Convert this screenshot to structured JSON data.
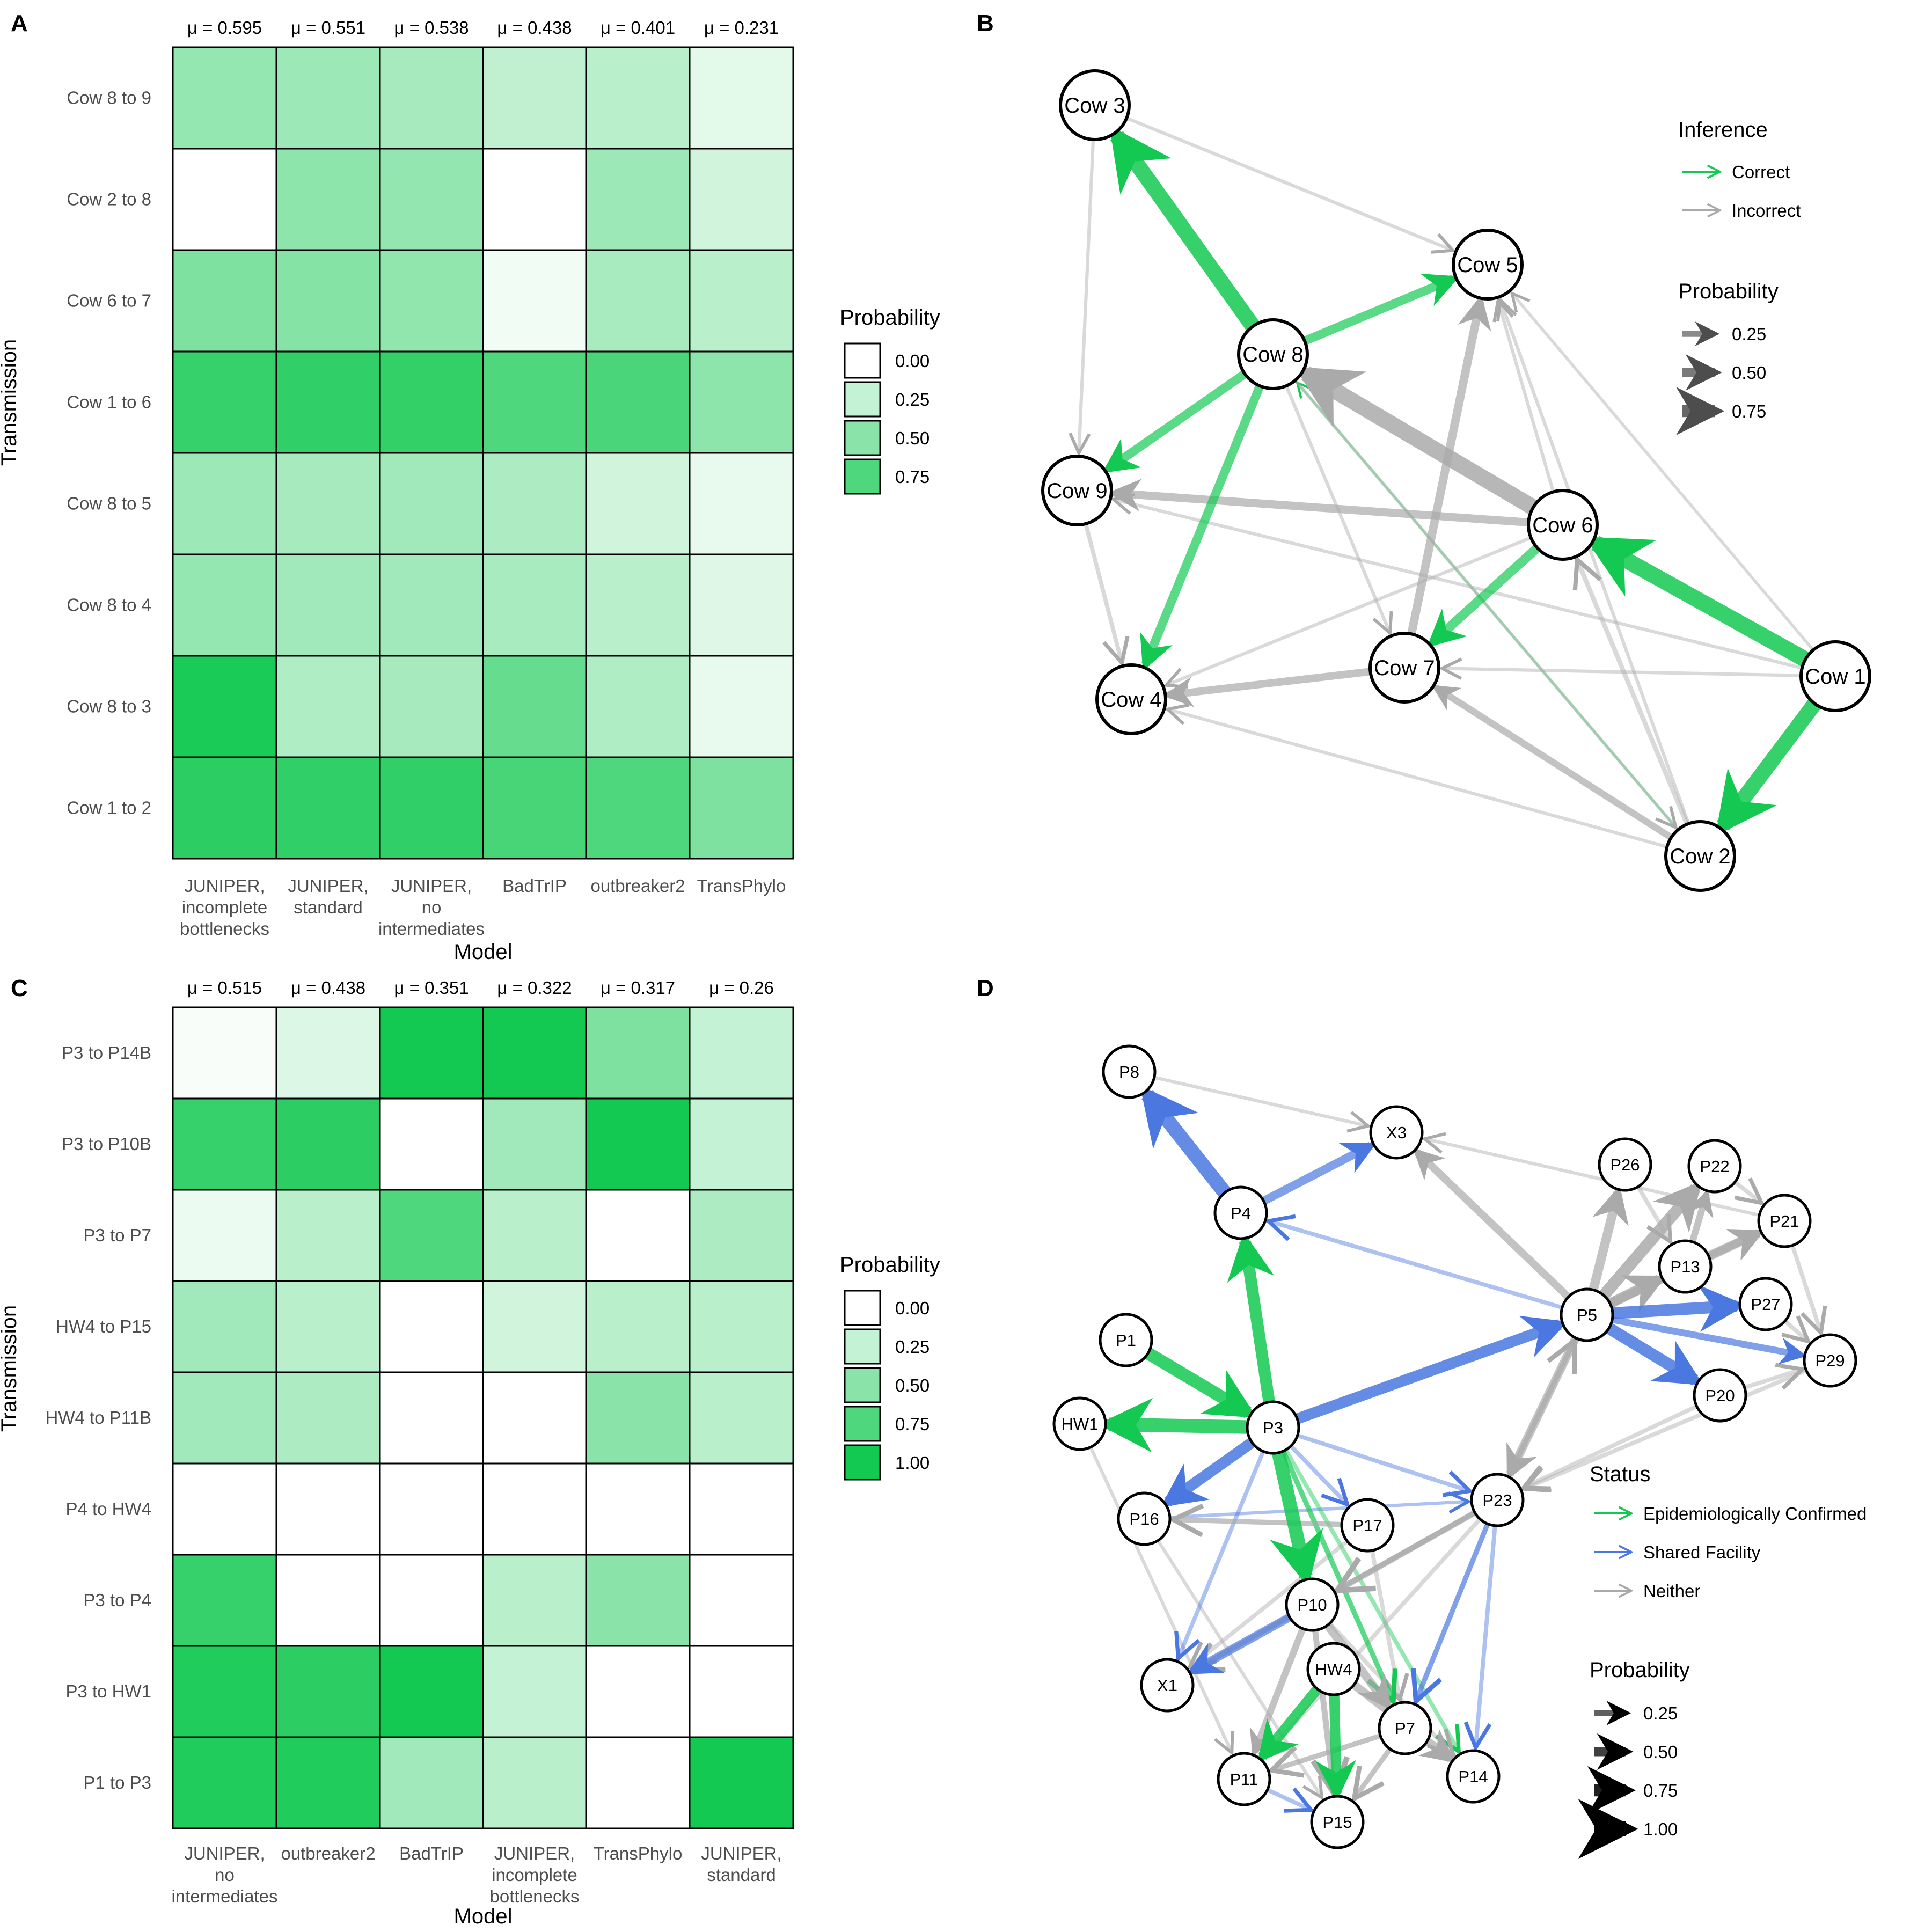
{
  "colors": {
    "scale_low": "#ffffff",
    "scale_high": "#14c952",
    "correct": "#14c952",
    "incorrect": "#aaaaaa",
    "epi": "#14c952",
    "facility": "#4a78e0",
    "neither": "#aaaaaa",
    "size_key": "#000000"
  },
  "panelA": {
    "letter": "A",
    "mu": [
      "μ = 0.595",
      "μ = 0.551",
      "μ = 0.538",
      "μ = 0.438",
      "μ = 0.401",
      "μ = 0.231"
    ],
    "xlabel": "Model",
    "ylabel": "Transmission",
    "legend_title": "Probability",
    "legend_labels": [
      "0.00",
      "0.25",
      "0.50",
      "0.75"
    ]
  },
  "panelB": {
    "letter": "B",
    "legend_inference_title": "Inference",
    "legend_inference": [
      "Correct",
      "Incorrect"
    ],
    "legend_prob_title": "Probability",
    "legend_prob": [
      "0.25",
      "0.50",
      "0.75"
    ]
  },
  "panelC": {
    "letter": "C",
    "mu": [
      "μ = 0.515",
      "μ = 0.438",
      "μ = 0.351",
      "μ = 0.322",
      "μ = 0.317",
      "μ = 0.26"
    ],
    "xlabel": "Model",
    "ylabel": "Transmission",
    "legend_title": "Probability",
    "legend_labels": [
      "0.00",
      "0.25",
      "0.50",
      "0.75",
      "1.00"
    ]
  },
  "panelD": {
    "letter": "D",
    "legend_status_title": "Status",
    "legend_status": [
      "Epidemiologically Confirmed",
      "Shared Facility",
      "Neither"
    ],
    "legend_prob_title": "Probability",
    "legend_prob": [
      "0.25",
      "0.50",
      "0.75",
      "1.00"
    ]
  },
  "chart_data": [
    {
      "type": "heatmap",
      "panel": "A",
      "xlabel": "Model",
      "ylabel": "Transmission",
      "models": [
        [
          "JUNIPER,",
          "incomplete",
          "bottlenecks"
        ],
        [
          "JUNIPER,",
          "standard"
        ],
        [
          "JUNIPER,",
          "no",
          "intermediates"
        ],
        [
          "BadTrIP"
        ],
        [
          "outbreaker2"
        ],
        [
          "TransPhylo"
        ]
      ],
      "rows": [
        "Cow 8 to 9",
        "Cow 2 to 8",
        "Cow 6 to 7",
        "Cow 1 to 6",
        "Cow 8 to 5",
        "Cow 8 to 4",
        "Cow 8 to 3",
        "Cow 1 to 2"
      ],
      "values": [
        [
          0.45,
          0.42,
          0.38,
          0.27,
          0.3,
          0.12
        ],
        [
          0.0,
          0.48,
          0.46,
          0.0,
          0.42,
          0.2
        ],
        [
          0.55,
          0.52,
          0.47,
          0.06,
          0.37,
          0.3
        ],
        [
          0.85,
          0.88,
          0.87,
          0.75,
          0.77,
          0.48
        ],
        [
          0.42,
          0.38,
          0.4,
          0.35,
          0.2,
          0.1
        ],
        [
          0.45,
          0.4,
          0.4,
          0.37,
          0.3,
          0.14
        ],
        [
          0.97,
          0.34,
          0.38,
          0.65,
          0.34,
          0.1
        ],
        [
          0.9,
          0.88,
          0.88,
          0.78,
          0.75,
          0.55
        ]
      ],
      "legend": {
        "title": "Probability",
        "breaks": [
          0.0,
          0.25,
          0.5,
          0.75
        ]
      }
    },
    {
      "type": "network",
      "panel": "B",
      "nodes": [
        "Cow 1",
        "Cow 2",
        "Cow 3",
        "Cow 4",
        "Cow 5",
        "Cow 6",
        "Cow 7",
        "Cow 8",
        "Cow 9"
      ],
      "edges": [
        {
          "from": "Cow 8",
          "to": "Cow 3",
          "p": 0.82,
          "inference": "Correct"
        },
        {
          "from": "Cow 1",
          "to": "Cow 6",
          "p": 0.85,
          "inference": "Correct"
        },
        {
          "from": "Cow 1",
          "to": "Cow 2",
          "p": 0.8,
          "inference": "Correct"
        },
        {
          "from": "Cow 6",
          "to": "Cow 8",
          "p": 0.85,
          "inference": "Incorrect"
        },
        {
          "from": "Cow 8",
          "to": "Cow 5",
          "p": 0.42,
          "inference": "Correct"
        },
        {
          "from": "Cow 8",
          "to": "Cow 9",
          "p": 0.42,
          "inference": "Correct"
        },
        {
          "from": "Cow 8",
          "to": "Cow 4",
          "p": 0.42,
          "inference": "Correct"
        },
        {
          "from": "Cow 6",
          "to": "Cow 7",
          "p": 0.45,
          "inference": "Correct"
        },
        {
          "from": "Cow 2",
          "to": "Cow 8",
          "p": 0.05,
          "inference": "Correct"
        },
        {
          "from": "Cow 7",
          "to": "Cow 5",
          "p": 0.4,
          "inference": "Incorrect"
        },
        {
          "from": "Cow 6",
          "to": "Cow 9",
          "p": 0.38,
          "inference": "Incorrect"
        },
        {
          "from": "Cow 7",
          "to": "Cow 4",
          "p": 0.35,
          "inference": "Incorrect"
        },
        {
          "from": "Cow 2",
          "to": "Cow 7",
          "p": 0.3,
          "inference": "Incorrect"
        },
        {
          "from": "Cow 2",
          "to": "Cow 6",
          "p": 0.18,
          "inference": "Incorrect"
        },
        {
          "from": "Cow 9",
          "to": "Cow 4",
          "p": 0.15,
          "inference": "Incorrect"
        },
        {
          "from": "Cow 3",
          "to": "Cow 5",
          "p": 0.1,
          "inference": "Incorrect"
        },
        {
          "from": "Cow 3",
          "to": "Cow 9",
          "p": 0.1,
          "inference": "Incorrect"
        },
        {
          "from": "Cow 8",
          "to": "Cow 7",
          "p": 0.1,
          "inference": "Incorrect"
        },
        {
          "from": "Cow 6",
          "to": "Cow 4",
          "p": 0.1,
          "inference": "Incorrect"
        },
        {
          "from": "Cow 6",
          "to": "Cow 5",
          "p": 0.1,
          "inference": "Incorrect"
        },
        {
          "from": "Cow 1",
          "to": "Cow 9",
          "p": 0.1,
          "inference": "Incorrect"
        },
        {
          "from": "Cow 1",
          "to": "Cow 7",
          "p": 0.1,
          "inference": "Incorrect"
        },
        {
          "from": "Cow 2",
          "to": "Cow 4",
          "p": 0.1,
          "inference": "Incorrect"
        },
        {
          "from": "Cow 2",
          "to": "Cow 5",
          "p": 0.1,
          "inference": "Incorrect"
        },
        {
          "from": "Cow 8",
          "to": "Cow 2",
          "p": 0.1,
          "inference": "Incorrect"
        },
        {
          "from": "Cow 1",
          "to": "Cow 5",
          "p": 0.08,
          "inference": "Incorrect"
        }
      ],
      "legend": {
        "inference": [
          "Correct",
          "Incorrect"
        ],
        "probability": [
          0.25,
          0.5,
          0.75
        ]
      }
    },
    {
      "type": "heatmap",
      "panel": "C",
      "xlabel": "Model",
      "ylabel": "Transmission",
      "models": [
        [
          "JUNIPER,",
          "no",
          "intermediates"
        ],
        [
          "outbreaker2"
        ],
        [
          "BadTrIP"
        ],
        [
          "JUNIPER,",
          "incomplete",
          "bottlenecks"
        ],
        [
          "TransPhylo"
        ],
        [
          "JUNIPER,",
          "standard"
        ]
      ],
      "rows": [
        "P3 to P14B",
        "P3 to P10B",
        "P3 to P7",
        "HW4 to P15",
        "HW4 to P11B",
        "P4 to HW4",
        "P3 to P4",
        "P3 to HW1",
        "P1 to P3"
      ],
      "values": [
        [
          0.03,
          0.15,
          1.0,
          1.0,
          0.55,
          0.25
        ],
        [
          0.85,
          0.9,
          0.0,
          0.4,
          1.0,
          0.25
        ],
        [
          0.08,
          0.3,
          0.75,
          0.3,
          0.0,
          0.35
        ],
        [
          0.4,
          0.3,
          0.0,
          0.2,
          0.3,
          0.3
        ],
        [
          0.4,
          0.35,
          0.0,
          0.0,
          0.5,
          0.3
        ],
        [
          0.0,
          0.0,
          0.0,
          0.0,
          0.0,
          0.0
        ],
        [
          0.85,
          0.0,
          0.0,
          0.3,
          0.5,
          0.0
        ],
        [
          0.95,
          0.9,
          1.0,
          0.25,
          0.0,
          0.0
        ],
        [
          0.95,
          0.95,
          0.4,
          0.3,
          0.0,
          1.0
        ]
      ],
      "legend": {
        "title": "Probability",
        "breaks": [
          0.0,
          0.25,
          0.5,
          0.75,
          1.0
        ]
      }
    },
    {
      "type": "network",
      "panel": "D",
      "nodes": [
        "P8",
        "X3",
        "P4",
        "P26",
        "P22",
        "P21",
        "P13",
        "P27",
        "P5",
        "P29",
        "P20",
        "P1",
        "HW1",
        "P3",
        "P16",
        "P17",
        "P23",
        "P10",
        "X1",
        "HW4",
        "P7",
        "P14",
        "P11",
        "P15"
      ],
      "edges": [
        {
          "from": "P4",
          "to": "P8",
          "p": 0.75,
          "status": "Shared Facility"
        },
        {
          "from": "P4",
          "to": "X3",
          "p": 0.4,
          "status": "Shared Facility"
        },
        {
          "from": "P3",
          "to": "P4",
          "p": 0.6,
          "status": "Epidemiologically Confirmed"
        },
        {
          "from": "P1",
          "to": "P3",
          "p": 0.65,
          "status": "Epidemiologically Confirmed"
        },
        {
          "from": "P3",
          "to": "HW1",
          "p": 0.7,
          "status": "Epidemiologically Confirmed"
        },
        {
          "from": "P3",
          "to": "P16",
          "p": 0.55,
          "status": "Shared Facility"
        },
        {
          "from": "P3",
          "to": "P5",
          "p": 0.55,
          "status": "Shared Facility"
        },
        {
          "from": "P3",
          "to": "P10",
          "p": 0.7,
          "status": "Epidemiologically Confirmed"
        },
        {
          "from": "P3",
          "to": "P17",
          "p": 0.15,
          "status": "Shared Facility"
        },
        {
          "from": "P3",
          "to": "P23",
          "p": 0.15,
          "status": "Shared Facility"
        },
        {
          "from": "P3",
          "to": "P7",
          "p": 0.2,
          "status": "Epidemiologically Confirmed"
        },
        {
          "from": "P3",
          "to": "P14",
          "p": 0.15,
          "status": "Epidemiologically Confirmed"
        },
        {
          "from": "P3",
          "to": "X1",
          "p": 0.15,
          "status": "Shared Facility"
        },
        {
          "from": "HW4",
          "to": "P11",
          "p": 0.5,
          "status": "Epidemiologically Confirmed"
        },
        {
          "from": "HW4",
          "to": "P15",
          "p": 0.5,
          "status": "Epidemiologically Confirmed"
        },
        {
          "from": "P5",
          "to": "P27",
          "p": 0.6,
          "status": "Shared Facility"
        },
        {
          "from": "P5",
          "to": "P20",
          "p": 0.6,
          "status": "Shared Facility"
        },
        {
          "from": "P5",
          "to": "P29",
          "p": 0.3,
          "status": "Shared Facility"
        },
        {
          "from": "P5",
          "to": "P4",
          "p": 0.15,
          "status": "Shared Facility"
        },
        {
          "from": "P23",
          "to": "P7",
          "p": 0.2,
          "status": "Shared Facility"
        },
        {
          "from": "P23",
          "to": "P14",
          "p": 0.15,
          "status": "Shared Facility"
        },
        {
          "from": "P10",
          "to": "X1",
          "p": 0.4,
          "status": "Shared Facility"
        },
        {
          "from": "P11",
          "to": "P15",
          "p": 0.15,
          "status": "Shared Facility"
        },
        {
          "from": "P16",
          "to": "P23",
          "p": 0.1,
          "status": "Shared Facility"
        },
        {
          "from": "P5",
          "to": "P13",
          "p": 0.5,
          "status": "Neither"
        },
        {
          "from": "P5",
          "to": "P22",
          "p": 0.6,
          "status": "Neither"
        },
        {
          "from": "P5",
          "to": "P26",
          "p": 0.45,
          "status": "Neither"
        },
        {
          "from": "P5",
          "to": "P21",
          "p": 0.4,
          "status": "Neither"
        },
        {
          "from": "P5",
          "to": "X3",
          "p": 0.35,
          "status": "Neither"
        },
        {
          "from": "P5",
          "to": "P23",
          "p": 0.4,
          "status": "Neither"
        },
        {
          "from": "P13",
          "to": "P21",
          "p": 0.4,
          "status": "Neither"
        },
        {
          "from": "P13",
          "to": "P22",
          "p": 0.3,
          "status": "Neither"
        },
        {
          "from": "P10",
          "to": "P7",
          "p": 0.4,
          "status": "Neither"
        },
        {
          "from": "P10",
          "to": "P11",
          "p": 0.3,
          "status": "Neither"
        },
        {
          "from": "HW4",
          "to": "P14",
          "p": 0.4,
          "status": "Neither"
        },
        {
          "from": "P23",
          "to": "P10",
          "p": 0.25,
          "status": "Neither"
        },
        {
          "from": "P23",
          "to": "X1",
          "p": 0.2,
          "status": "Neither"
        },
        {
          "from": "P17",
          "to": "P16",
          "p": 0.2,
          "status": "Neither"
        },
        {
          "from": "P17",
          "to": "X1",
          "p": 0.15,
          "status": "Neither"
        },
        {
          "from": "P7",
          "to": "P15",
          "p": 0.2,
          "status": "Neither"
        },
        {
          "from": "P7",
          "to": "P11",
          "p": 0.2,
          "status": "Neither"
        },
        {
          "from": "P10",
          "to": "P15",
          "p": 0.25,
          "status": "Neither"
        },
        {
          "from": "P8",
          "to": "X3",
          "p": 0.1,
          "status": "Neither"
        },
        {
          "from": "P21",
          "to": "X3",
          "p": 0.1,
          "status": "Neither"
        },
        {
          "from": "P29",
          "to": "P23",
          "p": 0.15,
          "status": "Neither"
        },
        {
          "from": "P20",
          "to": "P23",
          "p": 0.15,
          "status": "Neither"
        },
        {
          "from": "P27",
          "to": "P29",
          "p": 0.15,
          "status": "Neither"
        },
        {
          "from": "P22",
          "to": "P21",
          "p": 0.15,
          "status": "Neither"
        },
        {
          "from": "P26",
          "to": "P13",
          "p": 0.15,
          "status": "Neither"
        },
        {
          "from": "P23",
          "to": "P11",
          "p": 0.15,
          "status": "Neither"
        },
        {
          "from": "P23",
          "to": "P5",
          "p": 0.2,
          "status": "Neither"
        },
        {
          "from": "P10",
          "to": "P14",
          "p": 0.15,
          "status": "Neither"
        },
        {
          "from": "HW1",
          "to": "P11",
          "p": 0.1,
          "status": "Neither"
        },
        {
          "from": "P16",
          "to": "P15",
          "p": 0.1,
          "status": "Neither"
        },
        {
          "from": "P17",
          "to": "P7",
          "p": 0.15,
          "status": "Neither"
        },
        {
          "from": "P20",
          "to": "P29",
          "p": 0.15,
          "status": "Neither"
        },
        {
          "from": "P21",
          "to": "P29",
          "p": 0.15,
          "status": "Neither"
        }
      ],
      "legend": {
        "status": [
          "Epidemiologically Confirmed",
          "Shared Facility",
          "Neither"
        ],
        "probability": [
          0.25,
          0.5,
          0.75,
          1.0
        ]
      }
    }
  ]
}
